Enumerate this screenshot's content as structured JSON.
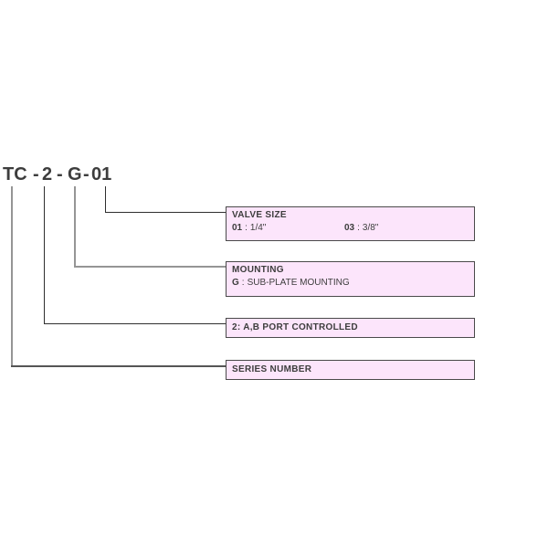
{
  "diagram": {
    "model_code": {
      "segments": [
        "TC",
        "-",
        "2",
        "-",
        "G",
        "-",
        "01"
      ]
    },
    "boxes": [
      {
        "name": "valve-size",
        "title": "VALVE SIZE",
        "entries": [
          {
            "code": "01",
            "sep": ":",
            "value": "1/4\""
          },
          {
            "code": "03",
            "sep": ":",
            "value": "3/8\""
          }
        ]
      },
      {
        "name": "mounting",
        "title": "MOUNTING",
        "entries": [
          {
            "code": "G",
            "sep": ":",
            "value": "SUB-PLATE MOUNTING"
          }
        ]
      },
      {
        "name": "port-controlled",
        "title": "2: A,B PORT CONTROLLED",
        "entries": []
      },
      {
        "name": "series-number",
        "title": "SERIES NUMBER",
        "entries": []
      }
    ],
    "colors": {
      "background": "#ffffff",
      "box_fill": "#fce5fb",
      "box_border": "#4a4a4a",
      "text": "#3d3d3d",
      "connector_dark": "#2f2f2f",
      "connector_gray": "#959595",
      "connector_mid": "#555555"
    }
  }
}
